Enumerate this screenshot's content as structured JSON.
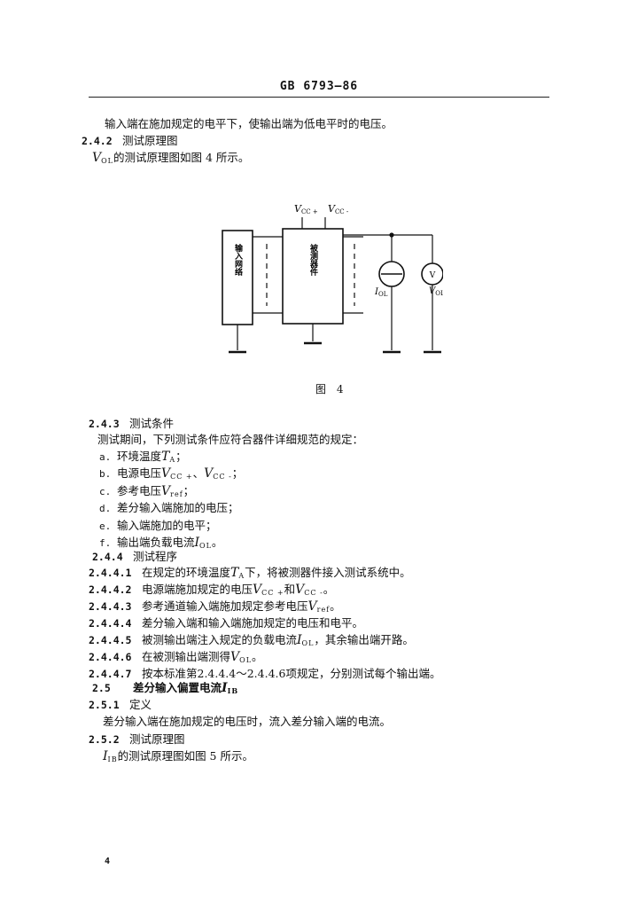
{
  "header": "GB 6793—86",
  "page_number": "4",
  "intro": "输入端在施加规定的电平下，使输出端为低电平时的电压。",
  "s242": {
    "num": "2.4.2",
    "title": "测试原理图"
  },
  "s242_text": {
    "sym": "V",
    "sub": "OL",
    "rest": "的测试原理图如图 4 所示。"
  },
  "figure": {
    "vcc_plus": {
      "sym": "V",
      "sub": "CC +"
    },
    "vcc_minus": {
      "sym": "V",
      "sub": "CC -"
    },
    "input_box": "输入网络",
    "dut_box": "被测器件",
    "current_source_label": {
      "sym": "I",
      "sub": "OL"
    },
    "voltmeter_symbol": "V",
    "voltmeter_label": {
      "sym": "V",
      "sub": "OL"
    },
    "caption": "图 4"
  },
  "s243": {
    "num": "2.4.3",
    "title": "测试条件"
  },
  "s243_intro": "测试期间，下列测试条件应符合器件详细规范的规定：",
  "conditions": [
    {
      "label": "a.",
      "pre": "环境温度",
      "sym": "T",
      "sub": "A",
      "post": "；"
    },
    {
      "label": "b.",
      "pre": "电源电压",
      "sym": "V",
      "sub": "CC +",
      "mid": "、",
      "sym2": "V",
      "sub2": "CC -",
      "post": "；"
    },
    {
      "label": "c.",
      "pre": "参考电压",
      "sym": "V",
      "sub": "ref",
      "post": "；"
    },
    {
      "label": "d.",
      "pre": "差分输入端施加的电压；"
    },
    {
      "label": "e.",
      "pre": "输入端施加的电平；"
    },
    {
      "label": "f.",
      "pre": "输出端负载电流",
      "sym": "I",
      "sub": "OL",
      "post": "。"
    }
  ],
  "s244": {
    "num": "2.4.4",
    "title": "测试程序"
  },
  "procedures": [
    {
      "num": "2.4.4.1",
      "pre": "在规定的环境温度",
      "sym": "T",
      "sub": "A",
      "post": "下，将被测器件接入测试系统中。"
    },
    {
      "num": "2.4.4.2",
      "pre": "电源端施加规定的电压",
      "sym": "V",
      "sub": "CC +",
      "mid": "和",
      "sym2": "V",
      "sub2": "CC -",
      "post": "。"
    },
    {
      "num": "2.4.4.3",
      "pre": "参考通道输入端施加规定参考电压",
      "sym": "V",
      "sub": "ref",
      "post": "。"
    },
    {
      "num": "2.4.4.4",
      "pre": "差分输入端和输入端施加规定的电压和电平。"
    },
    {
      "num": "2.4.4.5",
      "pre": "被测输出端注入规定的负载电流",
      "sym": "I",
      "sub": "OL",
      "post": "，其余输出端开路。"
    },
    {
      "num": "2.4.4.6",
      "pre": "在被测输出端测得",
      "sym": "V",
      "sub": "OL",
      "post": "。"
    },
    {
      "num": "2.4.4.7",
      "pre": "按本标准第2.4.4.4～2.4.4.6项规定，分别测试每个输出端。"
    }
  ],
  "s25": {
    "num": "2.5",
    "title": "差分输入偏置电流",
    "sym": "I",
    "sub": "IB"
  },
  "s251": {
    "num": "2.5.1",
    "title": "定义"
  },
  "s251_text": "差分输入端在施加规定的电压时，流入差分输入端的电流。",
  "s252": {
    "num": "2.5.2",
    "title": "测试原理图"
  },
  "s252_text": {
    "sym": "I",
    "sub": "IB",
    "rest": "的测试原理图如图 5 所示。"
  }
}
